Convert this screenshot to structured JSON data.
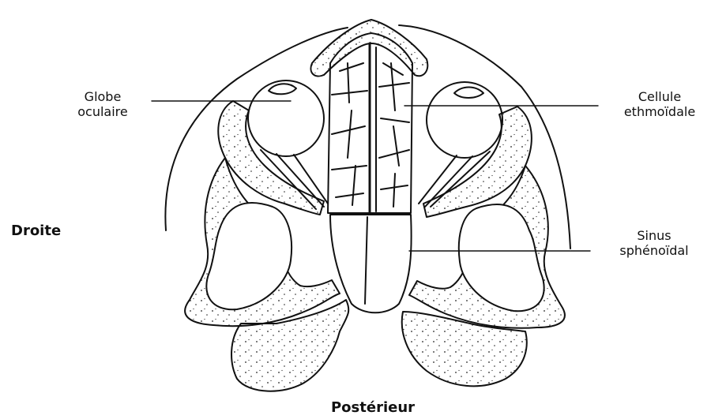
{
  "labels": {
    "globe_l1": "Globe",
    "globe_l2": "oculaire",
    "cellule_l1": "Cellule",
    "cellule_l2": "ethmoïdale",
    "sinus_l1": "Sinus",
    "sinus_l2": "sphénoïdal",
    "side": "Droite",
    "bottom": "Postérieur"
  },
  "colors": {
    "ink": "#111111",
    "background": "#ffffff"
  }
}
